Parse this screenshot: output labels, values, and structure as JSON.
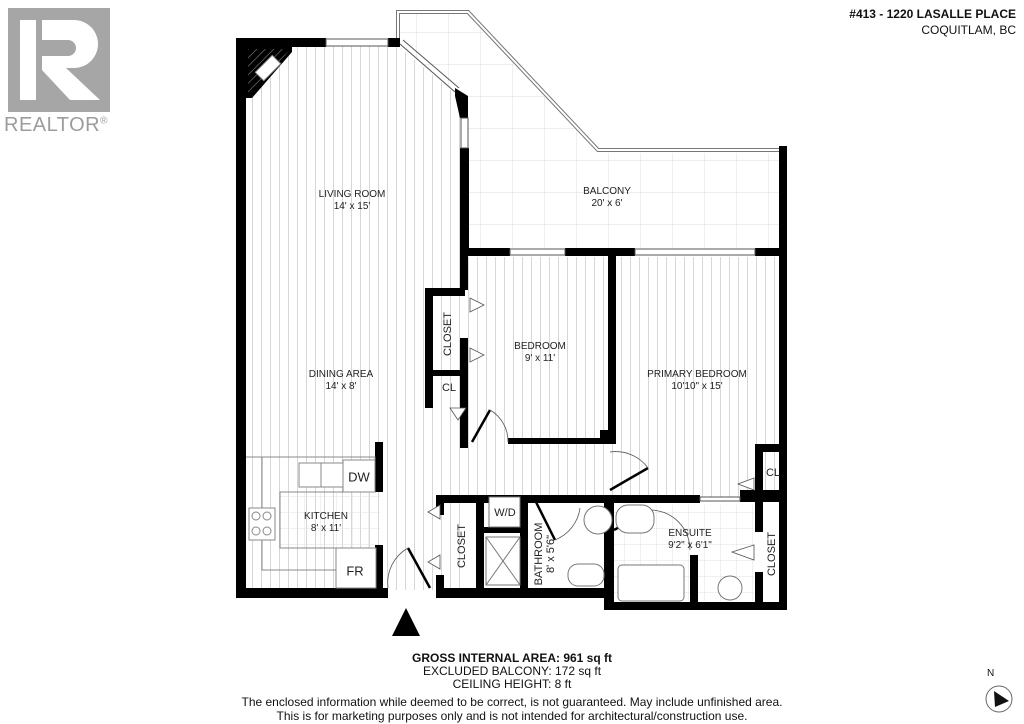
{
  "branding": {
    "logo_letter": "R",
    "logo_text": "REALTOR",
    "logo_mark": "®",
    "logo_color": "#a6a6a6"
  },
  "address": {
    "line1": "#413 - 1220 LASALLE PLACE",
    "line2": "COQUITLAM, BC"
  },
  "rooms": [
    {
      "name": "LIVING ROOM",
      "size": "14' x 15'"
    },
    {
      "name": "BALCONY",
      "size": "20' x 6'"
    },
    {
      "name": "DINING AREA",
      "size": "14' x 8'"
    },
    {
      "name": "BEDROOM",
      "size": "9' x 11'"
    },
    {
      "name": "PRIMARY BEDROOM",
      "size": "10'10\" x 15'"
    },
    {
      "name": "KITCHEN",
      "size": "8' x 11'"
    },
    {
      "name": "BATHROOM",
      "size": "8' x 5'6\""
    },
    {
      "name": "ENSUITE",
      "size": "9'2\" x 6'1\""
    }
  ],
  "closets": {
    "bedroom_closet": "CLOSET",
    "hall_cl": "CL",
    "hall_closet": "CLOSET",
    "primary_cl": "CL",
    "ensuite_closet": "CLOSET"
  },
  "fixtures": {
    "dishwasher": "DW",
    "fridge": "FR",
    "washer_dryer": "W/D"
  },
  "summary": {
    "gross": "GROSS INTERNAL AREA: 961 sq ft",
    "balcony": "EXCLUDED BALCONY: 172 sq ft",
    "ceiling": "CEILING HEIGHT: 8 ft"
  },
  "disclaimer": {
    "line1": "The enclosed information while deemed to be correct, is not guaranteed. May include unfinished area.",
    "line2": "This is for marketing purposes only and is not intended for architectural/construction use."
  },
  "compass": {
    "label": "N"
  }
}
